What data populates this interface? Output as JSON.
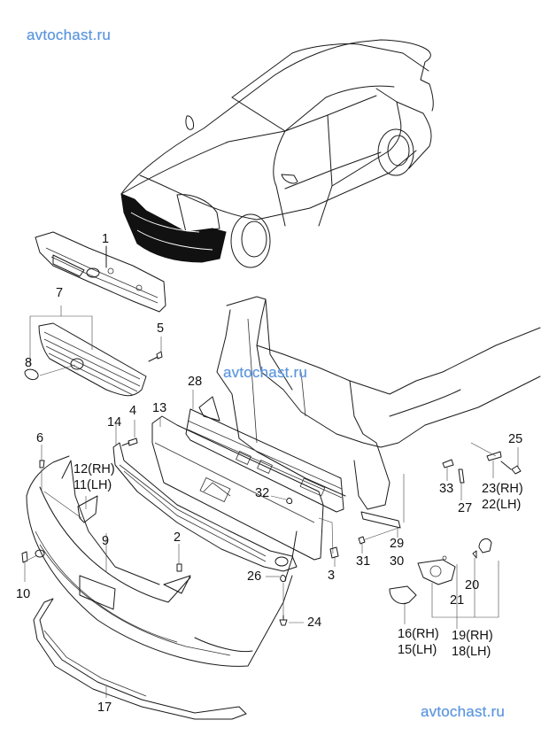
{
  "watermarks": [
    "avtochast.ru",
    "avtochast.ru",
    "avtochast.ru"
  ],
  "diagram": {
    "title": "Front bumper assembly — exploded view",
    "callouts": [
      {
        "id": "1",
        "text": "1"
      },
      {
        "id": "2",
        "text": "2"
      },
      {
        "id": "3",
        "text": "3"
      },
      {
        "id": "4",
        "text": "4"
      },
      {
        "id": "5",
        "text": "5"
      },
      {
        "id": "6",
        "text": "6"
      },
      {
        "id": "7",
        "text": "7"
      },
      {
        "id": "8",
        "text": "8"
      },
      {
        "id": "9",
        "text": "9"
      },
      {
        "id": "10",
        "text": "10"
      },
      {
        "id": "12",
        "text": "12(RH)"
      },
      {
        "id": "11",
        "text": "11(LH)"
      },
      {
        "id": "13",
        "text": "13"
      },
      {
        "id": "14",
        "text": "14"
      },
      {
        "id": "17",
        "text": "17"
      },
      {
        "id": "24",
        "text": "24"
      },
      {
        "id": "26",
        "text": "26"
      },
      {
        "id": "28",
        "text": "28"
      },
      {
        "id": "32",
        "text": "32"
      },
      {
        "id": "25",
        "text": "25"
      },
      {
        "id": "33",
        "text": "33"
      },
      {
        "id": "27",
        "text": "27"
      },
      {
        "id": "23",
        "text": "23(RH)"
      },
      {
        "id": "22",
        "text": "22(LH)"
      },
      {
        "id": "29",
        "text": "29"
      },
      {
        "id": "30",
        "text": "30"
      },
      {
        "id": "31",
        "text": "31"
      },
      {
        "id": "20",
        "text": "20"
      },
      {
        "id": "21",
        "text": "21"
      },
      {
        "id": "16",
        "text": "16(RH)"
      },
      {
        "id": "15",
        "text": "15(LH)"
      },
      {
        "id": "19",
        "text": "19(RH)"
      },
      {
        "id": "18",
        "text": "18(LH)"
      }
    ]
  }
}
